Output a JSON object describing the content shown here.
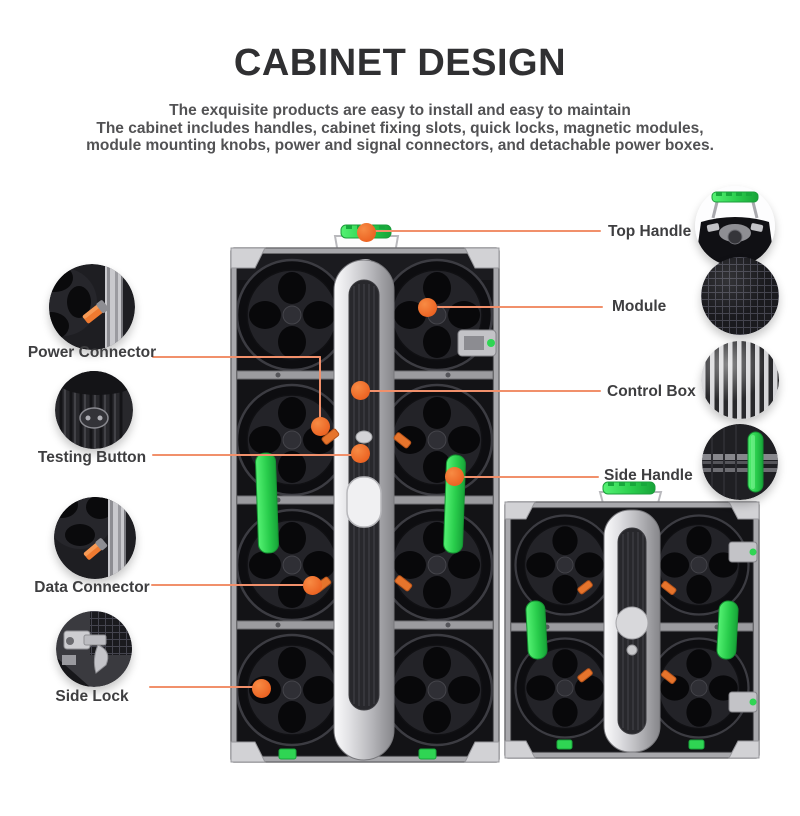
{
  "header": {
    "title": "CABINET DESIGN",
    "subtitle_lines": [
      "The exquisite products are easy to install and easy to maintain",
      "The cabinet includes handles, cabinet fixing slots, quick locks, magnetic modules,",
      "module mounting knobs, power and signal connectors, and detachable power boxes."
    ]
  },
  "callouts": {
    "left": [
      {
        "label": "Power Connector",
        "icon": "power-connector-photo-icon"
      },
      {
        "label": "Testing Button",
        "icon": "testing-button-photo-icon"
      },
      {
        "label": "Data Connector",
        "icon": "data-connector-photo-icon"
      },
      {
        "label": "Side Lock",
        "icon": "side-lock-photo-icon"
      }
    ],
    "right": [
      {
        "label": "Top Handle",
        "icon": "top-handle-photo-icon"
      },
      {
        "label": "Module",
        "icon": "module-photo-icon"
      },
      {
        "label": "Control Box",
        "icon": "control-box-photo-icon"
      },
      {
        "label": "Side Handle",
        "icon": "side-handle-photo-icon"
      }
    ]
  },
  "colors": {
    "accent_orange": "#ED6C2C",
    "line_orange": "#F1906B",
    "handle_green": "#2FD553",
    "title_text": "#303032",
    "body_text": "#525254",
    "label_text": "#3E3E40"
  }
}
